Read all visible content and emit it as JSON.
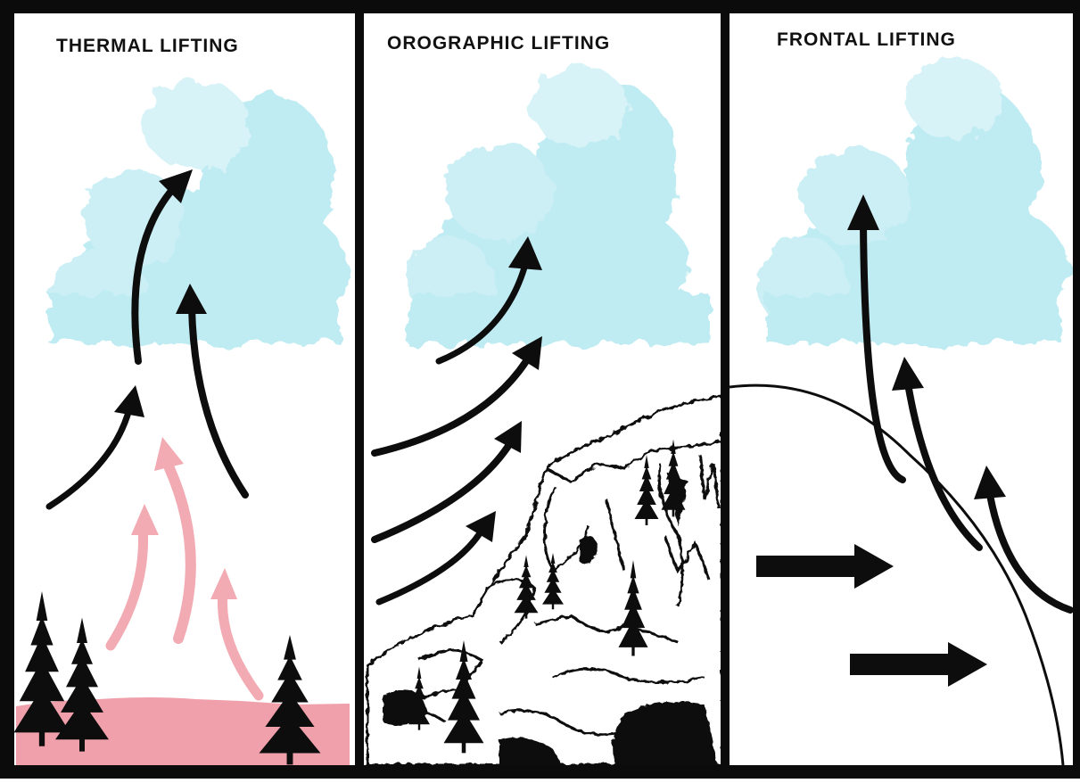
{
  "panels": [
    {
      "title": "THERMAL LIFTING"
    },
    {
      "title": "OROGRAPHIC LIFTING"
    },
    {
      "title": "FRONTAL LIFTING"
    }
  ],
  "colors": {
    "frame": "#0b0b0b",
    "background": "#ffffff",
    "cloud": "#b9eaf1",
    "warm_air": "#f2aab3",
    "ground": "#f0a0ab",
    "ink": "#0d0d0d"
  },
  "icons": [
    "cumulus-cloud",
    "rising-air-arrow",
    "warm-air-arrow",
    "conifer-tree",
    "mountain-cliff",
    "cold-front-boundary",
    "cold-air-arrow"
  ]
}
